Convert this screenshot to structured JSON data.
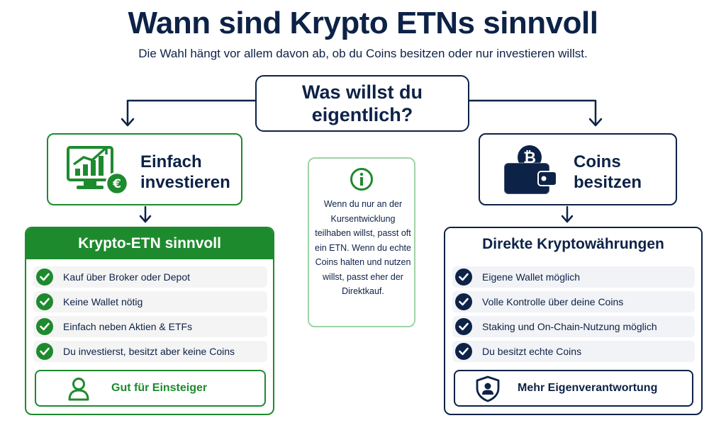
{
  "title": "Wann sind Krypto ETNs sinnvoll",
  "subtitle": "Die Wahl hängt vor allem davon ab, ob du Coins besitzen oder nur investieren willst.",
  "question": "Was willst du eigentlich?",
  "left": {
    "option_label": "Einfach investieren",
    "panel_title": "Krypto-ETN sinnvoll",
    "items": [
      "Kauf über Broker oder Depot",
      "Keine Wallet nötig",
      "Einfach neben Aktien & ETFs",
      "Du investierst, besitzt aber keine Coins"
    ],
    "footer": "Gut für Einsteiger",
    "icons": [
      "chart-monitor-icon",
      "euro-coin-icon",
      "user-icon",
      "check-icon"
    ]
  },
  "right": {
    "option_label": "Coins besitzen",
    "panel_title": "Direkte Kryptowährungen",
    "items": [
      "Eigene Wallet möglich",
      "Volle Kontrolle über deine Coins",
      "Staking und On-Chain-Nutzung möglich",
      "Du besitzt echte Coins"
    ],
    "footer": "Mehr Eigenverantwortung",
    "icons": [
      "bitcoin-wallet-icon",
      "shield-user-icon",
      "check-icon"
    ]
  },
  "info": {
    "icon": "info-icon",
    "text": "Wenn du nur an der Kursentwicklung teilhaben willst, passt oft ein ETN. Wenn du echte Coins halten und nutzen willst, passt eher der Direktkauf."
  },
  "colors": {
    "navy": "#0d2247",
    "green": "#1e8a2e",
    "light_green": "#9fd3a6"
  }
}
